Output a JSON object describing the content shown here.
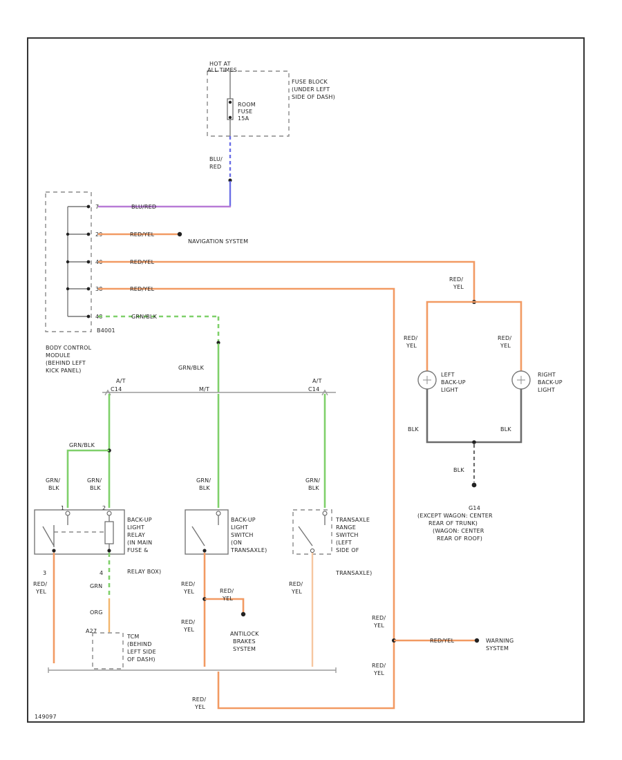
{
  "diagram_id": "149097",
  "fuse_block": {
    "hot_label": [
      "HOT AT",
      "ALL TIMES"
    ],
    "location": [
      "FUSE BLOCK",
      "(UNDER LEFT",
      "SIDE OF DASH)"
    ],
    "fuse": [
      "ROOM",
      "FUSE",
      "15A"
    ]
  },
  "bcm": {
    "connector": "B4001",
    "location": [
      "BODY CONTROL",
      "MODULE",
      "(BEHIND LEFT",
      "KICK PANEL)"
    ],
    "pins": [
      {
        "num": "7",
        "wire": "BLU/RED"
      },
      {
        "num": "29",
        "wire": "RED/YEL"
      },
      {
        "num": "40",
        "wire": "RED/YEL"
      },
      {
        "num": "38",
        "wire": "RED/YEL"
      },
      {
        "num": "48",
        "wire": "GRN/BLK"
      }
    ]
  },
  "wire_labels": {
    "blu_red": [
      "BLU/",
      "RED"
    ],
    "red_yel": [
      "RED/",
      "YEL"
    ],
    "red_yel_inline": "RED/YEL",
    "grn_blk": [
      "GRN/",
      "BLK"
    ],
    "grn_blk_inline": "GRN/BLK",
    "blk": "BLK",
    "grn": "GRN",
    "org": "ORG"
  },
  "destinations": {
    "navigation": "NAVIGATION SYSTEM",
    "antilock": [
      "ANTILOCK",
      "BRAKES",
      "SYSTEM"
    ],
    "warning": [
      "WARNING",
      "SYSTEM"
    ]
  },
  "lights": {
    "left": [
      "LEFT",
      "BACK-UP",
      "LIGHT"
    ],
    "right": [
      "RIGHT",
      "BACK-UP",
      "LIGHT"
    ]
  },
  "ground": {
    "id": "G14",
    "desc": [
      "(EXCEPT WAGON: CENTER",
      "REAR OF TRUNK)",
      "(WAGON: CENTER",
      "REAR OF ROOF)"
    ]
  },
  "splices": {
    "left": [
      "A/T",
      "C14"
    ],
    "center": "M/T",
    "right": [
      "A/T",
      "C14"
    ]
  },
  "components": {
    "relay": [
      "BACK-UP",
      "LIGHT",
      "RELAY",
      "(IN MAIN",
      "FUSE &",
      "RELAY BOX)"
    ],
    "switch": [
      "BACK-UP",
      "LIGHT",
      "SWITCH",
      "(ON",
      "TRANSAXLE)"
    ],
    "range": [
      "TRANSAXLE",
      "RANGE",
      "SWITCH",
      "(LEFT",
      "SIDE OF",
      "TRANSAXLE)"
    ],
    "tcm": [
      "TCM",
      "(BEHIND",
      "LEFT SIDE",
      "OF DASH)"
    ],
    "tcm_pin": "A27"
  },
  "relay_pins": {
    "p1": "1",
    "p2": "2",
    "p3": "3",
    "p4": "4"
  }
}
